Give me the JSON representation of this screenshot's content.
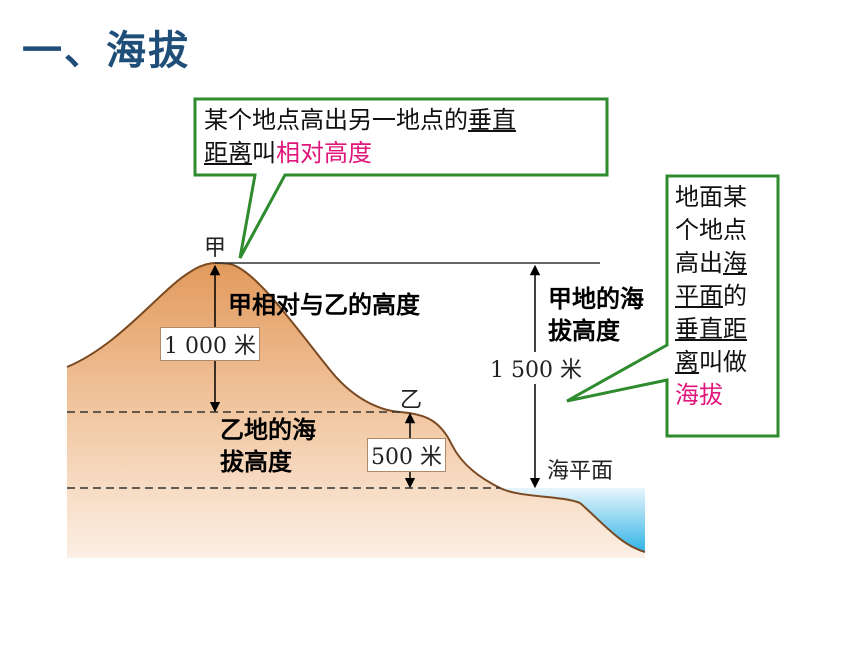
{
  "title": "一、海拔",
  "callouts": {
    "relative": {
      "line1_prefix": "某个地点高出另一地点的",
      "line1_underlined": "垂直",
      "line2_underlined": "距离",
      "line2_middle": "叫",
      "line2_highlight": "相对高度"
    },
    "altitude": {
      "line1": "地面某",
      "line2": "个地点",
      "line3_prefix": "高出",
      "line3_underlined": "海",
      "line4_underlined": "平面",
      "line4_suffix": "的",
      "line5_underlined": "垂直距",
      "line6_underlined": "离",
      "line6_suffix": "叫做",
      "line7_highlight": "海拔"
    }
  },
  "labels": {
    "point_a": "甲",
    "point_b": "乙",
    "a_relative_b": "甲相对与乙的高度",
    "a_altitude_line1": "甲地的海",
    "a_altitude_line2": "拔高度",
    "b_altitude_line1": "乙地的海",
    "b_altitude_line2": "拔高度",
    "height_1000": "1 000 米",
    "height_500": "500 米",
    "height_1500": "1 500 米",
    "sea_level": "海平面"
  },
  "colors": {
    "title": "#1f4e79",
    "callout_border": "#2e8b2e",
    "highlight": "#e0167a",
    "mountain_top": "#e4a068",
    "mountain_bottom": "#fbece0",
    "sea": "#3cb7e6"
  }
}
